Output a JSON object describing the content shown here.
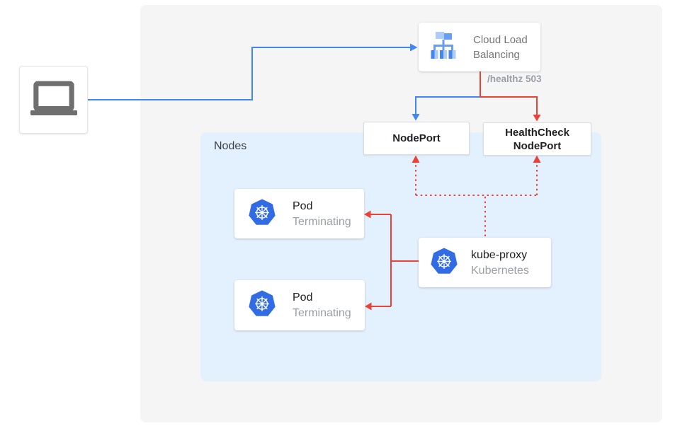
{
  "colors": {
    "traffic_blue": "#4285f4",
    "health_red": "#ea4335",
    "kubernetes_blue": "#326ce5",
    "outer_panel_background": "#f5f5f6",
    "nodes_panel_background": "#e3f0fd",
    "laptop_gray": "#6f6f6f",
    "text_dark": "#212121",
    "text_gray": "#757575",
    "text_light_gray": "#9aa0a6"
  },
  "icons": {
    "client": "laptop-icon",
    "load_balancer": "cloud-load-balancing-icon",
    "pod": "kubernetes-icon",
    "kube_proxy": "kubernetes-icon"
  },
  "nodes": {
    "cloud_load_balancing": {
      "label": "Cloud Load Balancing"
    },
    "node_port": {
      "label": "NodePort"
    },
    "health_check_node_port": {
      "label": "HealthCheck NodePort"
    },
    "nodes_group": {
      "label": "Nodes"
    },
    "pods": [
      {
        "title": "Pod",
        "status": "Terminating"
      },
      {
        "title": "Pod",
        "status": "Terminating"
      }
    ],
    "kube_proxy": {
      "title": "kube-proxy",
      "subtitle": "Kubernetes"
    }
  },
  "annotations": {
    "healthz": "/healthz 503"
  },
  "edges": [
    {
      "from": "client",
      "to": "cloud_load_balancing",
      "style": "solid",
      "color": "blue"
    },
    {
      "from": "cloud_load_balancing",
      "to": "node_port",
      "style": "solid",
      "color": "blue"
    },
    {
      "from": "cloud_load_balancing",
      "to": "health_check_node_port",
      "style": "solid",
      "color": "red",
      "label": "/healthz 503"
    },
    {
      "from": "kube_proxy",
      "to": "node_port",
      "style": "dotted",
      "color": "red"
    },
    {
      "from": "kube_proxy",
      "to": "health_check_node_port",
      "style": "dotted",
      "color": "red"
    },
    {
      "from": "kube_proxy",
      "to": "pod_1",
      "style": "solid",
      "color": "red"
    },
    {
      "from": "kube_proxy",
      "to": "pod_2",
      "style": "solid",
      "color": "red"
    }
  ]
}
